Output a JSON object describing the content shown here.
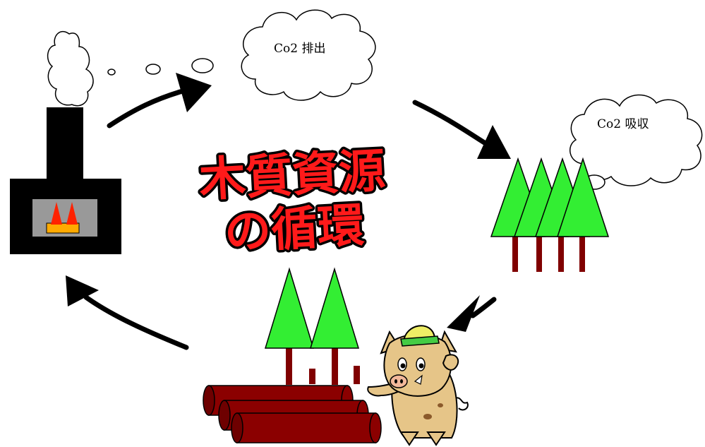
{
  "labels": {
    "emission_cloud": "Co2 排出",
    "absorption_cloud": "Co2 吸収",
    "title_line1": "木質資源",
    "title_line2": "の循環"
  },
  "colors": {
    "tree_green": "#33ee33",
    "trunk": "#800000",
    "log": "#8b0000",
    "fire": "#ff2200",
    "ember": "#ffaa00",
    "furnace": "#000000",
    "title_fill": "#ff1a1a",
    "title_outline": "#000000",
    "hat": "#eeee66"
  },
  "icons": [
    "smoke-icon",
    "furnace-icon",
    "fire-icon",
    "cloud-icon",
    "forest-icon",
    "tree-icon",
    "log-pile-icon",
    "boar-mascot-icon",
    "cycle-arrow-icon"
  ]
}
